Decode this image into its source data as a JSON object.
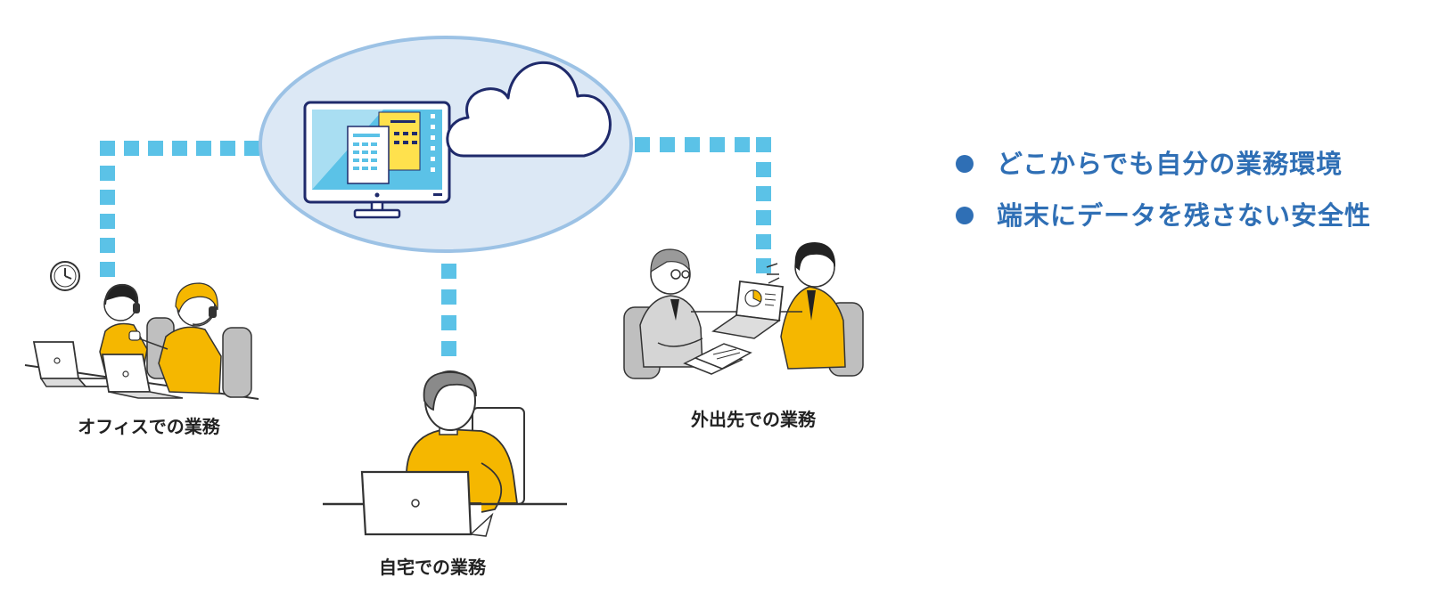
{
  "colors": {
    "accent_blue": "#2f6fb5",
    "connector": "#5bc2e7",
    "yellow": "#f5b700",
    "ellipse_fill": "#dce8f5",
    "ellipse_border": "#9cc2e5",
    "navy": "#1f2a6b"
  },
  "scenes": {
    "office": {
      "label": "オフィスでの業務"
    },
    "home": {
      "label": "自宅での業務"
    },
    "outside": {
      "label": "外出先での業務"
    }
  },
  "features": [
    {
      "text": "どこからでも自分の業務環境"
    },
    {
      "text": "端末にデータを残さない安全性"
    }
  ],
  "icons": [
    "cloud-icon",
    "monitor-icon",
    "clock-icon",
    "laptop-icon",
    "headset-icon",
    "pie-chart-icon",
    "document-icon"
  ]
}
